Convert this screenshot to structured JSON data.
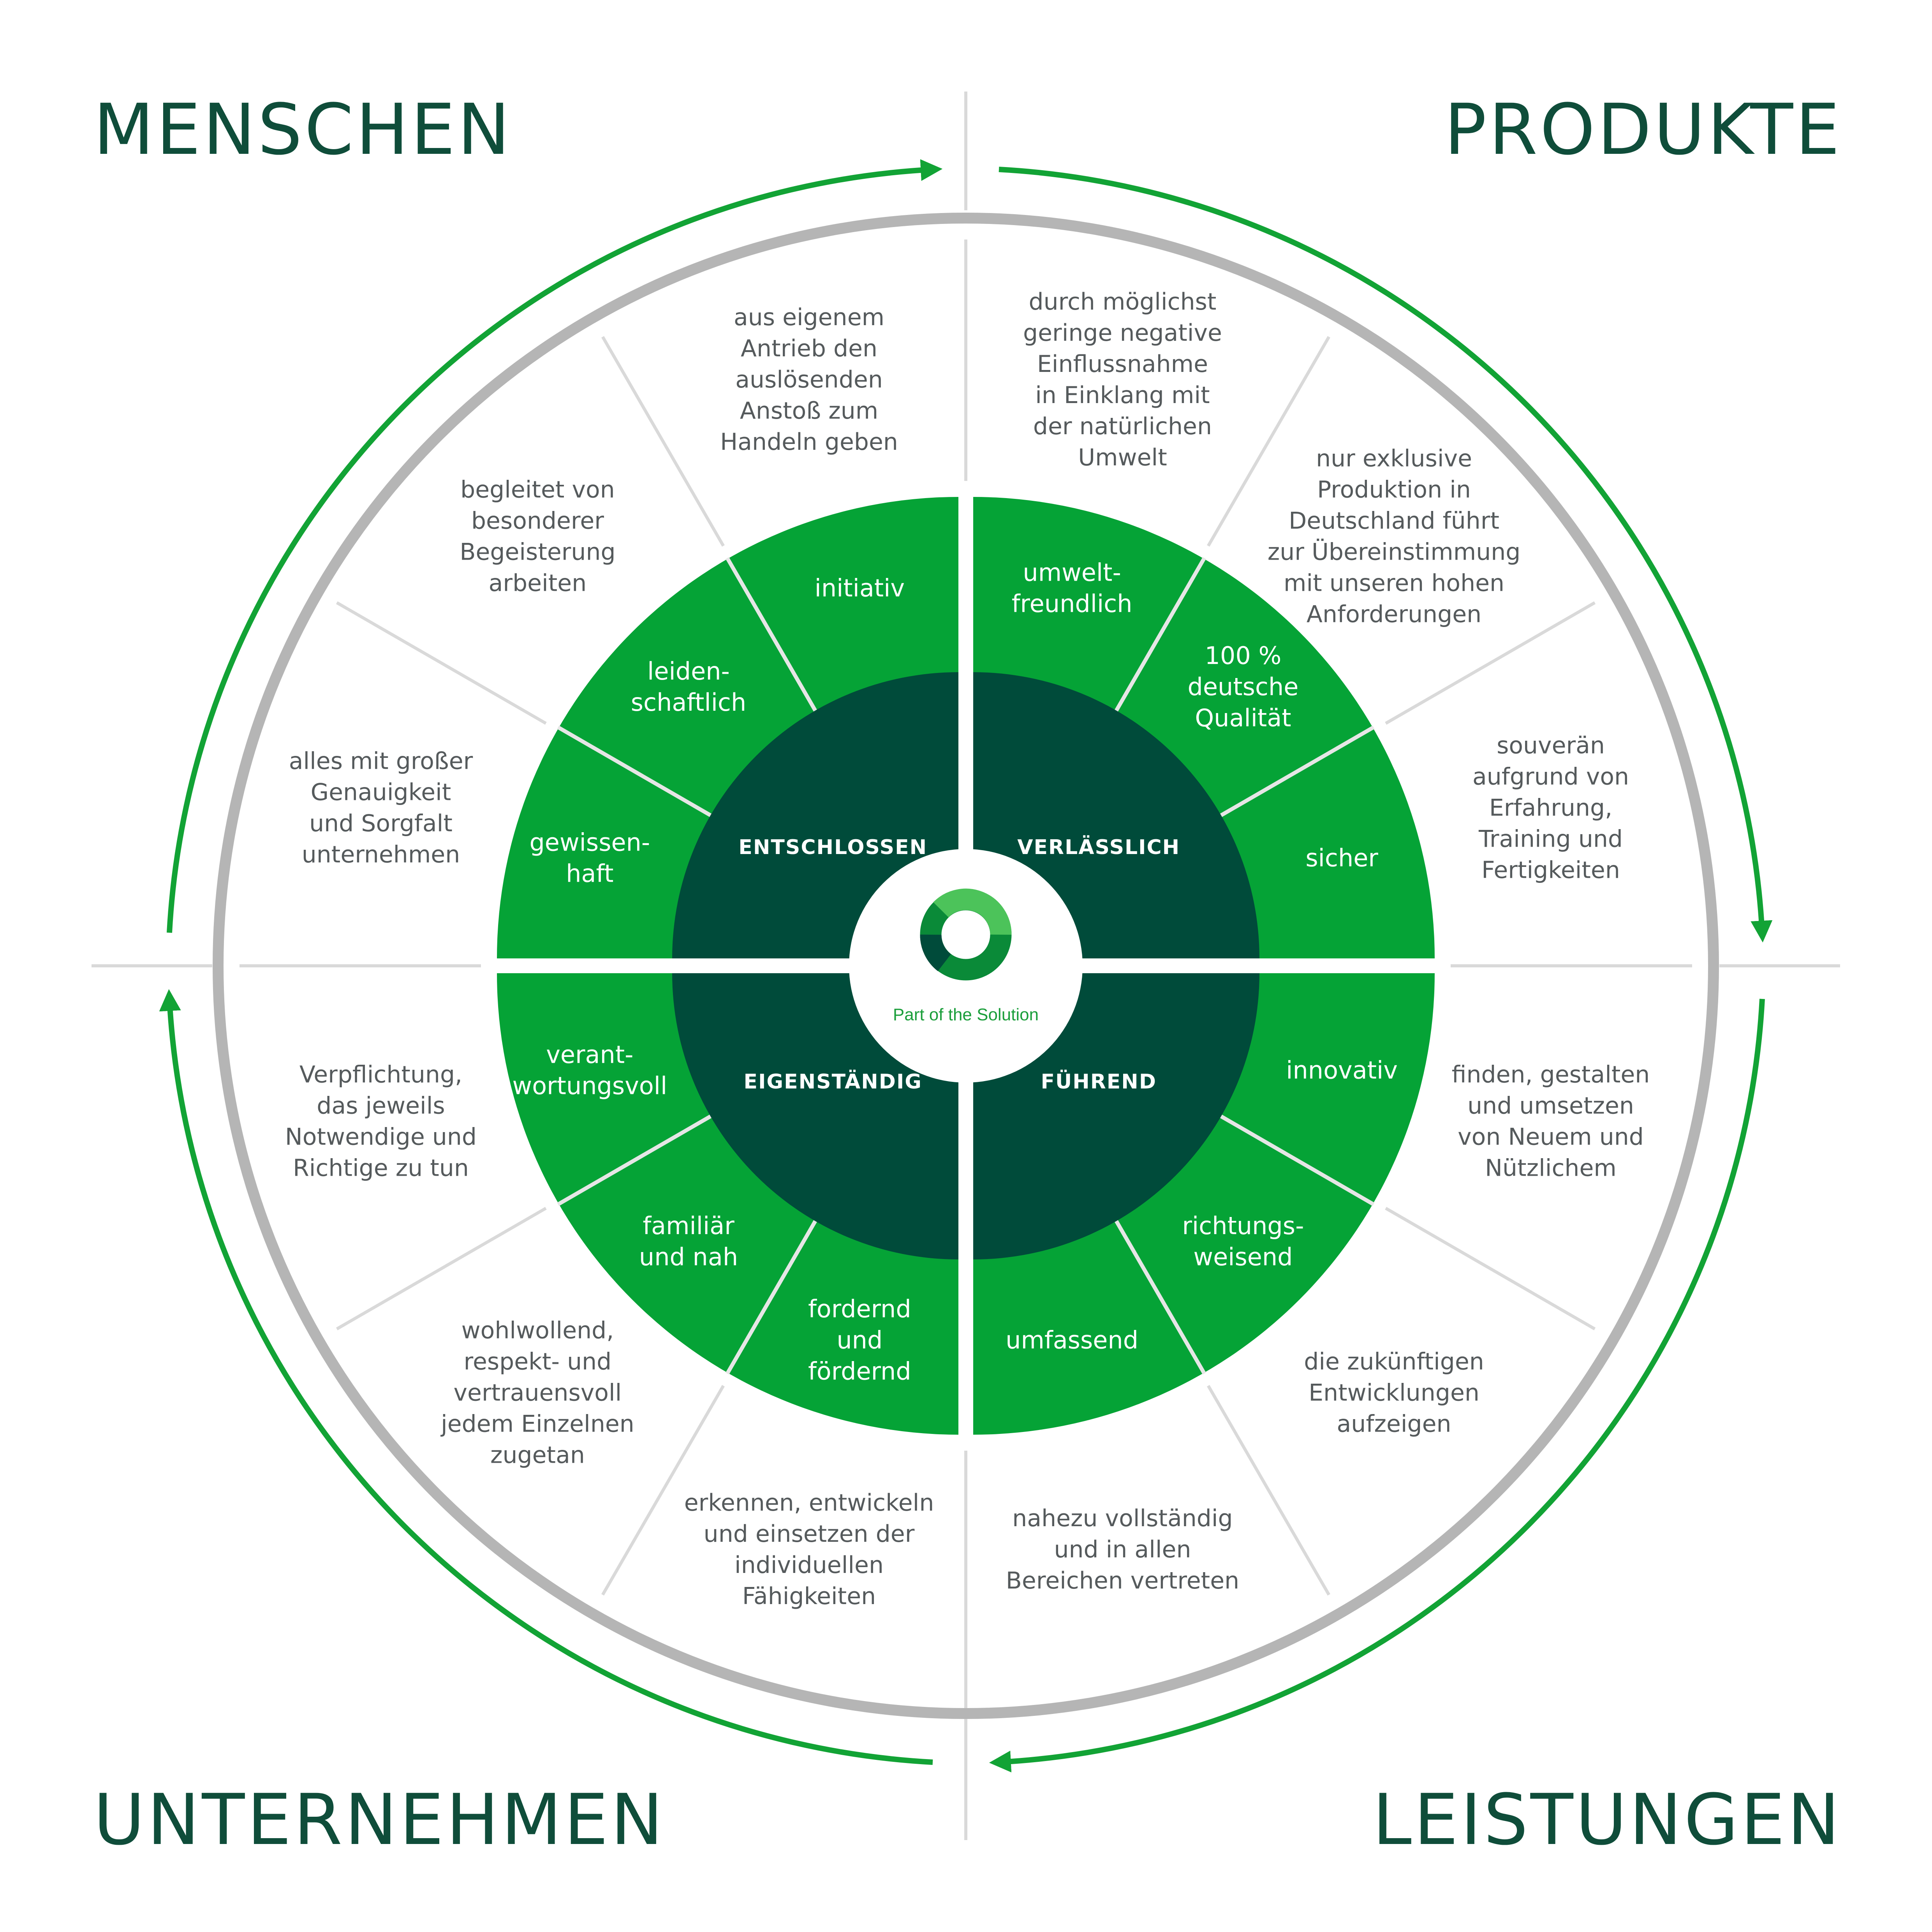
{
  "colors": {
    "dark_green": "#004b3a",
    "green": "#05a336",
    "arrow_green": "#12a335",
    "gray_ring": "#b5b5b5",
    "divider_gray": "#d9d9d9",
    "title": "#0f4d3a",
    "text_gray": "#555a5c"
  },
  "corners": {
    "top_left": "MENSCHEN",
    "top_right": "PRODUKTE",
    "bottom_left": "UNTERNEHMEN",
    "bottom_right": "LEISTUNGEN"
  },
  "center": {
    "logo_icon": "ring-logo-icon",
    "label": "Part of the Solution"
  },
  "quadrants": [
    {
      "key": "top_left",
      "title": "ENTSCHLOSSEN",
      "segments": [
        {
          "mid": [
            "gewissen-",
            "haft"
          ],
          "outer": [
            "alles mit großer",
            "Genauigkeit",
            "und Sorgfalt",
            "unternehmen"
          ]
        },
        {
          "mid": [
            "leiden-",
            "schaftlich"
          ],
          "outer": [
            "begleitet von",
            "besonderer",
            "Begeisterung",
            "arbeiten"
          ]
        },
        {
          "mid": [
            "initiativ"
          ],
          "outer": [
            "aus eigenem",
            "Antrieb den",
            "auslösenden",
            "Anstoß zum",
            "Handeln geben"
          ]
        }
      ]
    },
    {
      "key": "top_right",
      "title": "VERLÄSSLICH",
      "segments": [
        {
          "mid": [
            "umwelt-",
            "freundlich"
          ],
          "outer": [
            "durch möglichst",
            "geringe negative",
            "Einflussnahme",
            "in Einklang mit",
            "der natürlichen",
            "Umwelt"
          ]
        },
        {
          "mid": [
            "100 %",
            "deutsche",
            "Qualität"
          ],
          "outer": [
            "nur exklusive",
            "Produktion in",
            "Deutschland führt",
            "zur Übereinstimmung",
            "mit unseren hohen",
            "Anforderungen"
          ]
        },
        {
          "mid": [
            "sicher"
          ],
          "outer": [
            "souverän",
            "aufgrund von",
            "Erfahrung,",
            "Training und",
            "Fertigkeiten"
          ]
        }
      ]
    },
    {
      "key": "bottom_right",
      "title": "FÜHREND",
      "segments": [
        {
          "mid": [
            "innovativ"
          ],
          "outer": [
            "finden, gestalten",
            "und umsetzen",
            "von Neuem und",
            "Nützlichem"
          ]
        },
        {
          "mid": [
            "richtungs-",
            "weisend"
          ],
          "outer": [
            "die zukünftigen",
            "Entwicklungen",
            "aufzeigen"
          ]
        },
        {
          "mid": [
            "umfassend"
          ],
          "outer": [
            "nahezu vollständig",
            "und in allen",
            "Bereichen vertreten"
          ]
        }
      ]
    },
    {
      "key": "bottom_left",
      "title": "EIGENSTÄNDIG",
      "segments": [
        {
          "mid": [
            "fordernd",
            "und",
            "fördernd"
          ],
          "outer": [
            "erkennen, entwickeln",
            "und einsetzen der",
            "individuellen",
            "Fähigkeiten"
          ]
        },
        {
          "mid": [
            "familiär",
            "und nah"
          ],
          "outer": [
            "wohlwollend,",
            "respekt- und",
            "vertrauensvoll",
            "jedem Einzelnen",
            "zugetan"
          ]
        },
        {
          "mid": [
            "verant-",
            "wortungsvoll"
          ],
          "outer": [
            "Verpflichtung,",
            "das jeweils",
            "Notwendige und",
            "Richtige zu tun"
          ]
        }
      ]
    }
  ]
}
